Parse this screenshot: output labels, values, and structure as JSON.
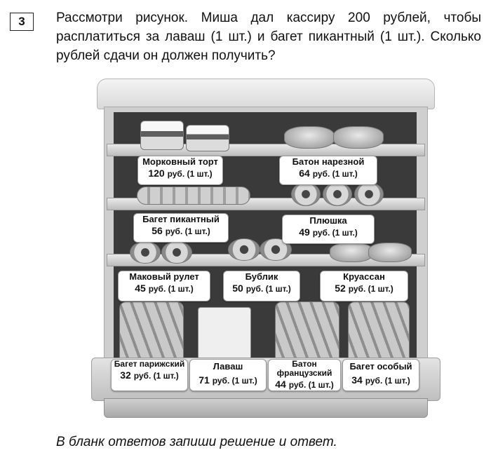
{
  "task_number": "3",
  "question": "Рассмотри рисунок. Миша дал кассиру 200 рублей, чтобы расплатиться за лаваш (1 шт.) и багет пикантный (1 шт.). Сколько рублей сдачи он должен получить?",
  "footer": "В бланк ответов запиши решение и ответ.",
  "products": [
    {
      "name": "Морковный торт",
      "price": "120",
      "unit": "руб. (1 шт.)"
    },
    {
      "name": "Батон нарезной",
      "price": "64",
      "unit": "руб. (1 шт.)"
    },
    {
      "name": "Багет пикантный",
      "price": "56",
      "unit": "руб. (1 шт.)"
    },
    {
      "name": "Плюшка",
      "price": "49",
      "unit": "руб. (1 шт.)"
    },
    {
      "name": "Маковый рулет",
      "price": "45",
      "unit": "руб. (1 шт.)"
    },
    {
      "name": "Бублик",
      "price": "50",
      "unit": "руб. (1 шт.)"
    },
    {
      "name": "Круассан",
      "price": "52",
      "unit": "руб. (1 шт.)"
    },
    {
      "name": "Багет парижский",
      "price": "32",
      "unit": "руб. (1 шт.)"
    },
    {
      "name": "Лаваш",
      "price": "71",
      "unit": "руб. (1 шт.)"
    },
    {
      "name": "Батон французский",
      "price": "44",
      "unit": "руб. (1 шт.)"
    },
    {
      "name": "Багет особый",
      "price": "34",
      "unit": "руб. (1 шт.)"
    }
  ]
}
